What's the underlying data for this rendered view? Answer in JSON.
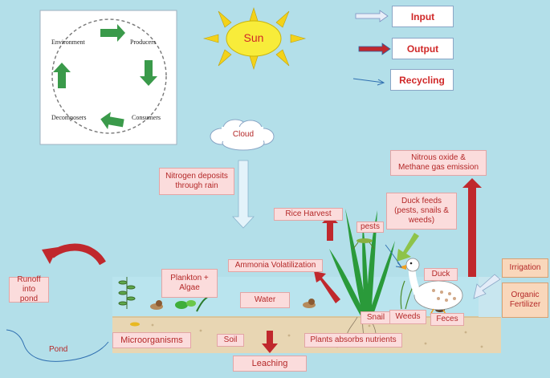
{
  "cycle": {
    "environment": "Environment",
    "producers": "Producers",
    "consumers": "Consumers",
    "decomposers": "Decomposers"
  },
  "sun": "Sun",
  "cloud": "Cloud",
  "legend": {
    "input": "Input",
    "output": "Output",
    "recycling": "Recycling"
  },
  "labels": {
    "nitrogen_deposits": "Nitrogen deposits through rain",
    "rice_harvest": "Rice Harvest",
    "pests": "pests",
    "nitrous_oxide": "Nitrous oxide & Methane gas emission",
    "duck_feeds": "Duck feeds (pests, snails & weeds)",
    "ammonia": "Ammonia Volatilization",
    "plankton": "Plankton + Algae",
    "duck": "Duck",
    "irrigation": "Irrigation",
    "organic_fertilizer": "Organic Fertilizer",
    "runoff": "Runoff into pond",
    "water": "Water",
    "snail": "Snail",
    "weeds": "Weeds",
    "feces": "Feces",
    "microorganisms": "Microorganisms",
    "soil": "Soil",
    "plants_absorb": "Plants absorbs nutrients",
    "pond": "Pond",
    "leaching": "Leaching"
  },
  "colors": {
    "background": "#b3dfe9",
    "label_fill": "#fbdcdc",
    "label_text": "#b42828",
    "output_arrow": "#c0282d",
    "input_arrow": "#c8d9f2",
    "cycle_arrow": "#3a9a4a",
    "soil": "#e8d6b3",
    "water": "#b9e4ee"
  }
}
